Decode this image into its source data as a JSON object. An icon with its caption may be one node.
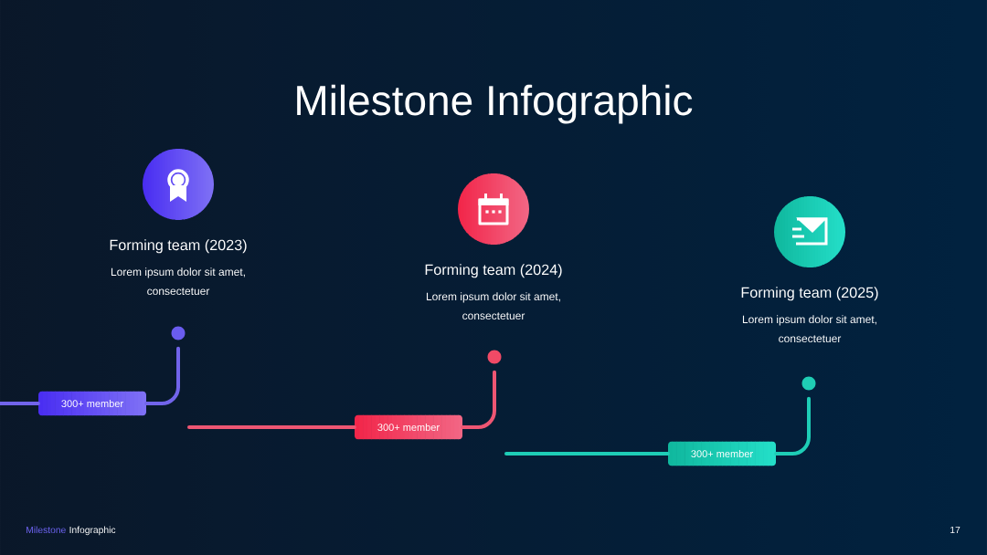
{
  "diagram": {
    "title": "Milestone Infographic",
    "nodes": [
      {
        "text": [
          "Forming team (2023)",
          "Lorem ipsum dolor sit amet, consectetuer"
        ]
      },
      {
        "text": [],
        "shape": "circle"
      },
      {
        "text": [
          "300+ member"
        ]
      },
      {
        "text": [
          "Forming team (2024)",
          "Lorem ipsum dolor sit amet, consectetuer"
        ]
      },
      {
        "text": [],
        "shape": "circle"
      },
      {
        "text": [
          "300+ member"
        ]
      },
      {
        "text": [
          "Forming team (2025)",
          "Lorem ipsum dolor sit amet, consectetuer"
        ]
      },
      {
        "text": [],
        "shape": "circle"
      },
      {
        "text": [
          "300+ member"
        ]
      }
    ],
    "edges": [
      {
        "from": null,
        "to": 2,
        "arrow": "none",
        "color": "#7164ea"
      },
      {
        "from": 1,
        "to": 2,
        "arrow": "none",
        "color": "#7164ea"
      },
      {
        "from": null,
        "to": 5,
        "arrow": "none",
        "color": "#ee5673"
      },
      {
        "from": 4,
        "to": 5,
        "arrow": "none",
        "color": "#ee5673"
      },
      {
        "from": null,
        "to": 8,
        "arrow": "none",
        "color": "#1ecdb6"
      },
      {
        "from": 7,
        "to": 8,
        "arrow": "none",
        "color": "#1ecdb6"
      }
    ],
    "labels": [
      "Milestone",
      "Infographic",
      "17"
    ]
  }
}
